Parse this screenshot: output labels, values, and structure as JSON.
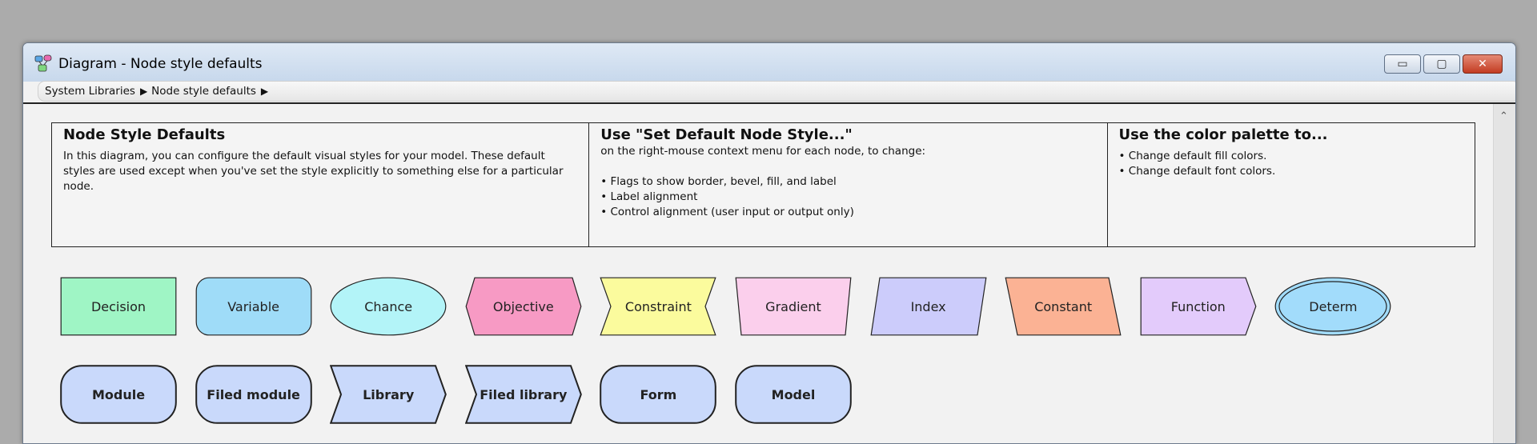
{
  "window": {
    "title": "Diagram - Node style defaults",
    "minimize_glyph": "▭",
    "maximize_glyph": "▢",
    "close_glyph": "✕"
  },
  "breadcrumb": {
    "items": [
      "System Libraries",
      "Node style defaults"
    ],
    "separator": "▶"
  },
  "info": {
    "col1": {
      "heading": "Node Style Defaults",
      "body": "In this diagram, you can configure the default visual styles for your model.  These default styles are used except when you've set the style explicitly to something else for a particular node."
    },
    "col2": {
      "heading": "Use \"Set Default Node Style...\"",
      "subline": "on the right-mouse context menu for each node, to change:",
      "bullets": [
        "Flags to show border, bevel, fill, and label",
        "Label alignment",
        "Control alignment (user input or output only)"
      ]
    },
    "col3": {
      "heading": "Use the color palette to...",
      "bullets": [
        "Change default fill colors.",
        "Change default font colors."
      ]
    }
  },
  "nodes_row1": [
    {
      "label": "Decision",
      "shape": "rect",
      "color": "#9ff5c5"
    },
    {
      "label": "Variable",
      "shape": "roundrect",
      "color": "#9fdcf8"
    },
    {
      "label": "Chance",
      "shape": "ellipse",
      "color": "#b3f4f8"
    },
    {
      "label": "Objective",
      "shape": "hexagon",
      "color": "#f79ac4"
    },
    {
      "label": "Constraint",
      "shape": "notch",
      "color": "#fbfb9d"
    },
    {
      "label": "Gradient",
      "shape": "parallelogram-up",
      "color": "#fbcfec"
    },
    {
      "label": "Index",
      "shape": "parallelogram",
      "color": "#ccccfb"
    },
    {
      "label": "Constant",
      "shape": "trapezoid",
      "color": "#fbb294"
    },
    {
      "label": "Function",
      "shape": "chevron-right",
      "color": "#e3cbfb"
    },
    {
      "label": "Determ",
      "shape": "double-ellipse",
      "color": "#a2dcfb"
    }
  ],
  "nodes_row2": [
    {
      "label": "Module",
      "shape": "pill",
      "color": "#c9d9fb"
    },
    {
      "label": "Filed module",
      "shape": "pill",
      "color": "#c9d9fb"
    },
    {
      "label": "Library",
      "shape": "chevron-both",
      "color": "#c9d9fb"
    },
    {
      "label": "Filed library",
      "shape": "chevron-both",
      "color": "#c9d9fb"
    },
    {
      "label": "Form",
      "shape": "pill",
      "color": "#c9d9fb"
    },
    {
      "label": "Model",
      "shape": "pill",
      "color": "#c9d9fb"
    }
  ]
}
